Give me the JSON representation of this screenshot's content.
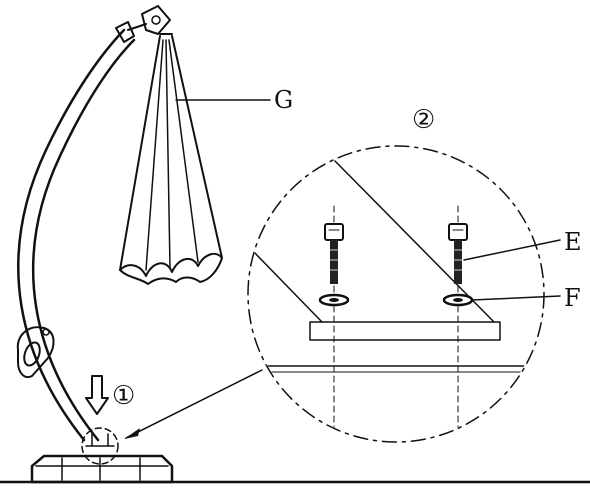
{
  "labels": {
    "canopy": "G",
    "bolt": "E",
    "washer": "F"
  },
  "steps": {
    "step1": "①",
    "step2": "②"
  },
  "colors": {
    "ink": "#111111",
    "background": "#ffffff"
  },
  "icons": {
    "step1_arrow": "down-arrow-icon",
    "detail_pointer": "leader-arrow-icon"
  }
}
